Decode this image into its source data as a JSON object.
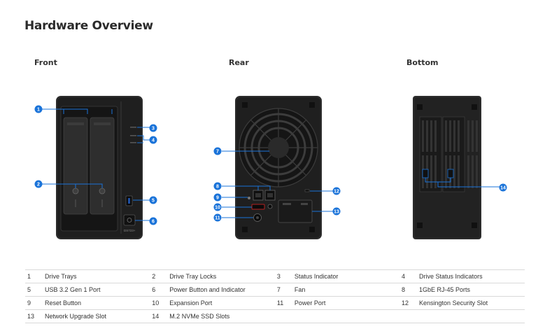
{
  "page": {
    "title": "Hardware Overview"
  },
  "views": {
    "front": "Front",
    "rear": "Rear",
    "bottom": "Bottom"
  },
  "device": {
    "model_label": "DS723+"
  },
  "accent_color": "#1a73d9",
  "callouts": [
    "1",
    "2",
    "3",
    "4",
    "5",
    "6",
    "7",
    "8",
    "9",
    "10",
    "11",
    "12",
    "13",
    "14"
  ],
  "legend": [
    [
      {
        "n": "1",
        "label": "Drive Trays"
      },
      {
        "n": "2",
        "label": "Drive Tray Locks"
      },
      {
        "n": "3",
        "label": "Status Indicator"
      },
      {
        "n": "4",
        "label": "Drive Status Indicators"
      }
    ],
    [
      {
        "n": "5",
        "label": "USB 3.2 Gen 1 Port"
      },
      {
        "n": "6",
        "label": "Power Button and Indicator"
      },
      {
        "n": "7",
        "label": "Fan"
      },
      {
        "n": "8",
        "label": "1GbE RJ-45 Ports"
      }
    ],
    [
      {
        "n": "9",
        "label": "Reset Button"
      },
      {
        "n": "10",
        "label": "Expansion Port"
      },
      {
        "n": "11",
        "label": "Power Port"
      },
      {
        "n": "12",
        "label": "Kensington Security Slot"
      }
    ],
    [
      {
        "n": "13",
        "label": "Network Upgrade Slot"
      },
      {
        "n": "14",
        "label": "M.2 NVMe SSD Slots"
      },
      {
        "n": "",
        "label": ""
      },
      {
        "n": "",
        "label": ""
      }
    ]
  ]
}
